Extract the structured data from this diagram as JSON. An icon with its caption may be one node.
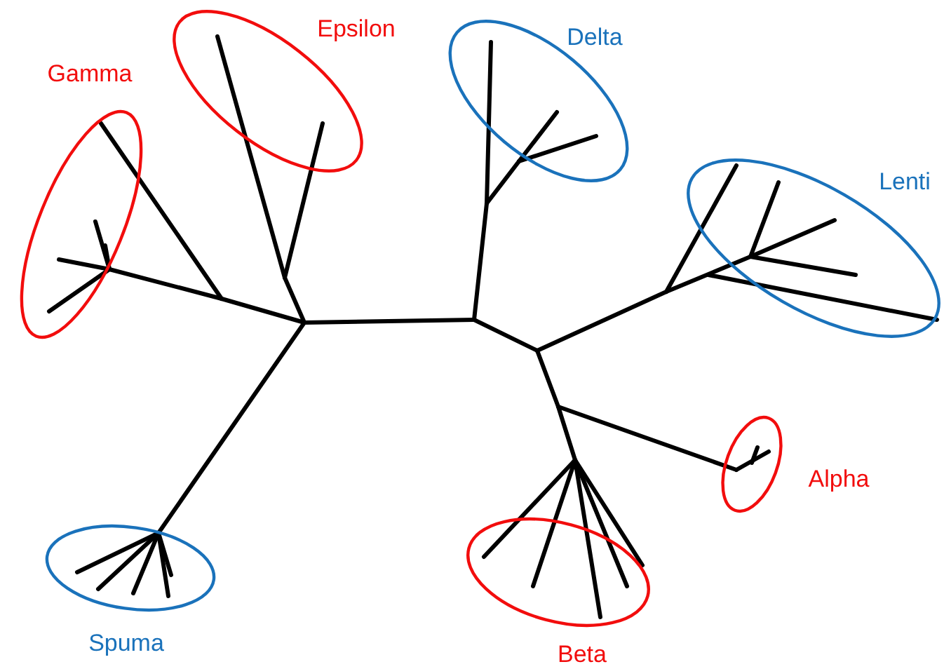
{
  "diagram": {
    "nodes": [
      {
        "text": [
          "Gamma"
        ]
      },
      {
        "text": [
          "Epsilon"
        ]
      },
      {
        "text": [
          "Delta"
        ]
      },
      {
        "text": [
          "Lenti"
        ]
      },
      {
        "text": [
          "Alpha"
        ]
      },
      {
        "text": [
          "Beta"
        ]
      },
      {
        "text": [
          "Spuma"
        ]
      }
    ]
  }
}
